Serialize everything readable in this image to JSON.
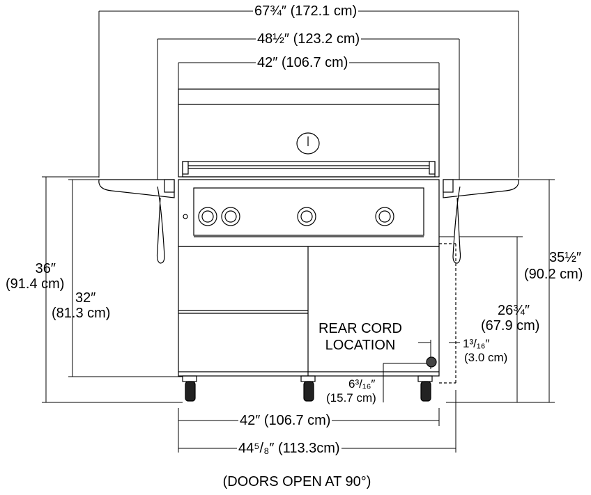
{
  "dimensions": {
    "overall_width": "67¾″ (172.1 cm)",
    "hood_width": "48½″ (123.2 cm)",
    "lid_width": "42″ (106.7 cm)",
    "overall_height": "36″",
    "overall_height_cm": "(91.4 cm)",
    "counter_height": "32″",
    "counter_height_cm": "(81.3 cm)",
    "right_height": "35½″",
    "right_height_cm": "(90.2 cm)",
    "cord_height": "26¾″",
    "cord_height_cm": "(67.9 cm)",
    "cord_offset_side": "1³/₁₆″",
    "cord_offset_side_cm": "(3.0 cm)",
    "cord_offset_bottom": "6³/₁₆″",
    "cord_offset_bottom_cm": "(15.7 cm)",
    "cart_width": "42″ (106.7 cm)",
    "doors_open_width": "44⁵/₈″ (113.3cm)"
  },
  "labels": {
    "rear_cord_line1": "REAR CORD",
    "rear_cord_line2": "LOCATION",
    "footnote": "(DOORS OPEN AT 90°)"
  }
}
